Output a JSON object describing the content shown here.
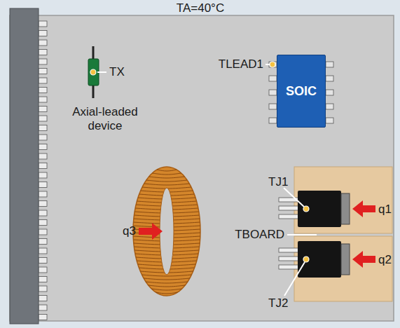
{
  "diagram": {
    "nodes": [
      {
        "text": [
          "SOIC"
        ]
      }
    ],
    "labels": [
      "TA=40°C",
      "TX",
      "Axial-leaded device",
      "TLEAD1",
      "TJ1",
      "q1",
      "TBOARD",
      "q3",
      "q2",
      "TJ2"
    ]
  }
}
